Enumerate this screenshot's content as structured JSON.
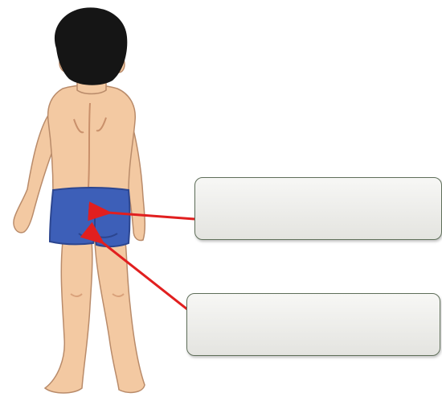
{
  "figure": {
    "subject": "child-back-view-in-swim-shorts",
    "colors": {
      "skin": "#f3c9a2",
      "skin_shadow": "#d9a17a",
      "hair": "#151515",
      "shorts": "#3d5fb8",
      "shorts_dark": "#2c4690",
      "arrow": "#e11f1f"
    }
  },
  "labels": [
    {
      "id": "upper",
      "text": ""
    },
    {
      "id": "lower",
      "text": ""
    }
  ]
}
